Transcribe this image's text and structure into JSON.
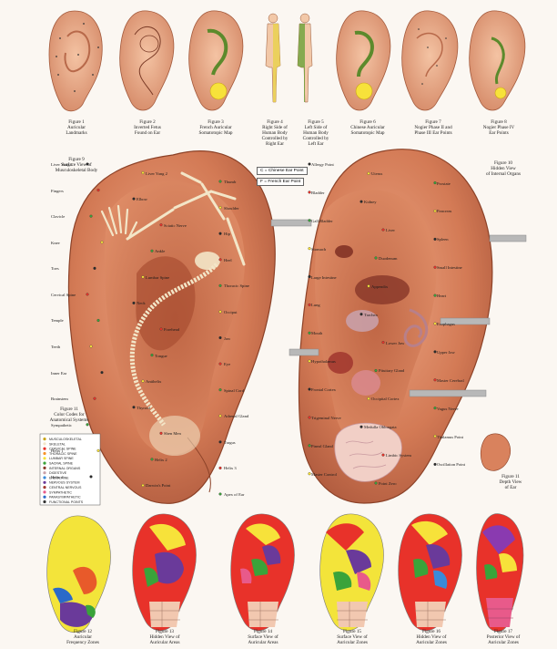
{
  "top_figures": [
    {
      "caption": "Figure 1\nAuricular\nLandmarks"
    },
    {
      "caption": "Figure 2\nInverted Fetus\nFound on Ear"
    },
    {
      "caption": "Figure 3\nFrench Auricular\nSomatotopic Map"
    },
    {
      "caption": "Figure 4\nRight Side of\nHuman Body\nControlled by\nRight Ear"
    },
    {
      "caption": "Figure 5\nLeft Side of\nHuman Body\nControlled by\nLeft Ear"
    },
    {
      "caption": "Figure 6\nChinese Auricular\nSomatotopic Map"
    },
    {
      "caption": "Figure 7\nNogier Phase II and\nPhase III Ear Points"
    },
    {
      "caption": "Figure 8\nNogier Phase IV\nEar Points"
    }
  ],
  "main": {
    "left_title": "Figure 9\nSurface View of\nMusculoskeletal Body",
    "right_title": "Figure 10\nHidden View\nof Internal Organs",
    "legend_points": {
      "chinese": "C = Chinese Ear Point",
      "french": "F = French Ear Point"
    },
    "color_codes_title": "Figure 11\nColor Codes for\nAnatomical Systems",
    "depth_caption": "Figure 11\nDepth View\nof Ear",
    "left_labels": [
      "Liver Yang 1",
      "Liver Yang 2",
      "Thumb",
      "Fingers",
      "Elbow",
      "Shoulder",
      "Clavicle",
      "Sciatic Nerve",
      "Hip",
      "Knee",
      "Ankle",
      "Heel",
      "Toes",
      "Lumbar Spine",
      "Thoracic Spine",
      "Cervical Spine",
      "Neck",
      "Occiput",
      "Temple",
      "Forehead",
      "Jaw",
      "Teeth",
      "Tongue",
      "Eye",
      "Inner Ear",
      "Antihelix",
      "Spinal Cord",
      "Brainstem",
      "Thyroid",
      "Adrenal Gland",
      "Sympathetic",
      "Shen Men",
      "Tragus",
      "Helix 1",
      "Helix 2",
      "Helix 3",
      "Helix 4",
      "Darwin's Point",
      "Apex of Ear"
    ],
    "right_labels": [
      "Allergy Point",
      "Uterus",
      "Prostate",
      "Bladder",
      "Kidney",
      "Pancreas",
      "Gall Bladder",
      "Liver",
      "Spleen",
      "Stomach",
      "Duodenum",
      "Small Intestine",
      "Large Intestine",
      "Appendix",
      "Heart",
      "Lung",
      "Trachea",
      "Esophagus",
      "Mouth",
      "Lower Jaw",
      "Upper Jaw",
      "Hypothalamus",
      "Pituitary Gland",
      "Master Cerebral",
      "Frontal Cortex",
      "Occipital Cortex",
      "Vagus Nerve",
      "Trigeminal Nerve",
      "Medulla Oblongata",
      "Thalamus Point",
      "Pineal Gland",
      "Limbic System",
      "Oscillation Point",
      "Master Control",
      "Point Zero"
    ],
    "system_legend": [
      "MUSCULOSKELETAL",
      "SKELETAL",
      "CERVICAL SPINE",
      "THORACIC SPINE",
      "LUMBAR SPINE",
      "SACRAL SPINE",
      "INTERNAL ORGANS",
      "DIGESTIVE",
      "ENDOCRINE",
      "NERVOUS SYSTEM",
      "CENTRAL NERVOUS",
      "SYMPATHETIC",
      "PARASYMPATHETIC",
      "FUNCTIONAL POINTS"
    ]
  },
  "bottom_figures": [
    {
      "caption": "Figure 12\nAuricular\nFrequency Zones"
    },
    {
      "caption": "Figure 13\nHidden View of\nAuricular Areas"
    },
    {
      "caption": "Figure 14\nSurface View of\nAuricular Areas"
    },
    {
      "caption": "Figure 15\nSurface View of\nAuricular Zones"
    },
    {
      "caption": "Figure 16\nHidden View of\nAuricular Zones"
    },
    {
      "caption": "Figure 17\nPosterior View of\nAuricular Zones"
    }
  ],
  "colors": {
    "skin": "#d9825d",
    "skin_light": "#f0b896",
    "skin_dark": "#9b4a30",
    "bone": "#f3e6c8",
    "background": "#fbf7f2"
  }
}
